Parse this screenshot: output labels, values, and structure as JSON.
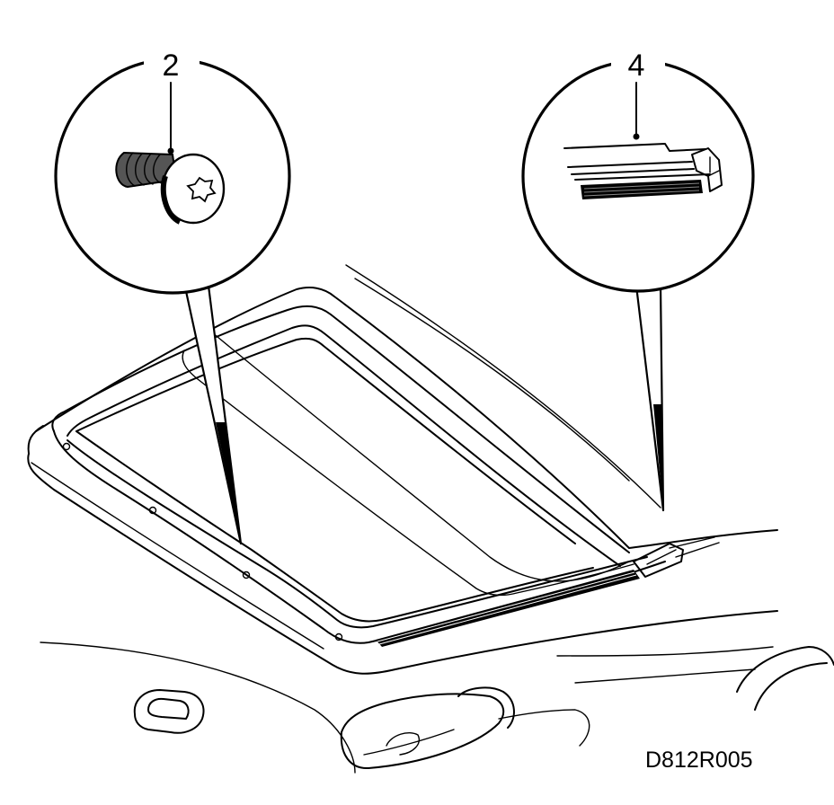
{
  "callouts": {
    "screw": "2",
    "seal": "4"
  },
  "document_code": "D812R005",
  "colors": {
    "ink": "#000000",
    "paper": "#ffffff"
  }
}
